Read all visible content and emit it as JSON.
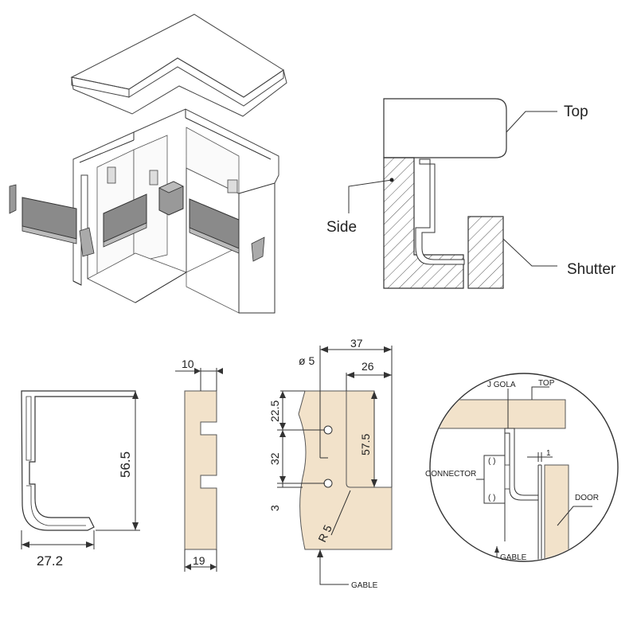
{
  "colors": {
    "wood": "#f2e2ca",
    "panel_dark": "#888888",
    "line": "#333333",
    "background": "#ffffff"
  },
  "section_view": {
    "label_top": "Top",
    "label_side": "Side",
    "label_shutter": "Shutter"
  },
  "profile_dims": {
    "height": "56.5",
    "width": "27.2"
  },
  "groove_dims": {
    "top": "10",
    "bottom": "19"
  },
  "drill_dims": {
    "hole": "ø 5",
    "d37": "37",
    "d26": "26",
    "d22_5": "22.5",
    "d32": "32",
    "d3": "3",
    "d57_5": "57.5",
    "radius": "R 5",
    "gable": "GABLE"
  },
  "detail": {
    "j_gola": "J GOLA",
    "top": "TOP",
    "connector": "CONNECTOR",
    "door": "DOOR",
    "gable": "GABLE",
    "gap": "1"
  }
}
